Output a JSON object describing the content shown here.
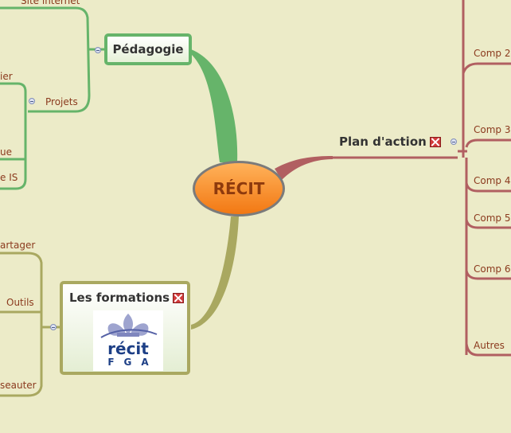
{
  "center": "RÉCIT",
  "pedagogie": {
    "title": "Pédagogie",
    "children": [
      "Site internet",
      "Projets"
    ],
    "projets_children": [
      "ier",
      "ue",
      "e IS"
    ]
  },
  "formations": {
    "title": "Les formations",
    "children": [
      "artager",
      "Outils",
      "seauter"
    ],
    "logo_main": "récit",
    "logo_sub": "FGA"
  },
  "plan": {
    "title": "Plan d'action",
    "children": [
      "Comp 2",
      "Comp 3.",
      "Comp 4",
      "Comp 5.",
      "Comp 6.",
      "Autres"
    ]
  },
  "colors": {
    "background": "#ecebc8",
    "pedagogie_branch": "#66b46a",
    "formations_branch": "#a9a860",
    "plan_branch": "#b15f61",
    "label_text": "#8b3a1e"
  },
  "icons": [
    "collapse-icon",
    "flag-icon",
    "fleur-de-lis-icon"
  ]
}
